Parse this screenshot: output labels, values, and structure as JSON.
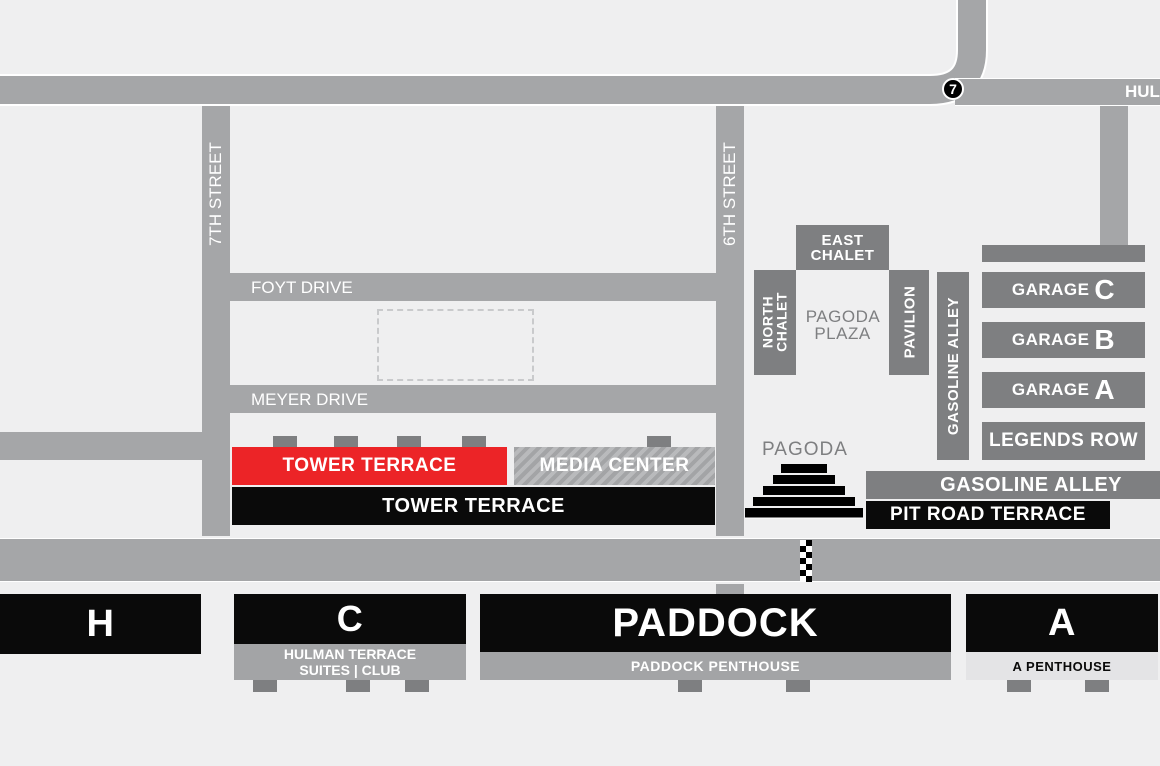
{
  "roads": {
    "seventh_street": "7TH STREET",
    "sixth_street": "6TH STREET",
    "foyt_drive": "FOYT DRIVE",
    "meyer_drive": "MEYER DRIVE",
    "hulman": "HULM",
    "marker_7": "7"
  },
  "north_chalet": "NORTH CHALET",
  "east_chalet": "EAST CHALET",
  "pagoda_plaza": "PAGODA PLAZA",
  "pavilion": "PAVILION",
  "gasoline_alley_vertical": "GASOLINE ALLEY",
  "garages": [
    {
      "prefix": "GARAGE",
      "letter": "C"
    },
    {
      "prefix": "GARAGE",
      "letter": "B"
    },
    {
      "prefix": "GARAGE",
      "letter": "A"
    }
  ],
  "legends_row": "LEGENDS ROW",
  "pagoda": "PAGODA",
  "gasoline_alley_horizontal": "GASOLINE ALLEY",
  "pit_road_terrace": "PIT ROAD TERRACE",
  "tower_terrace_red": "TOWER TERRACE",
  "media_center": "MEDIA CENTER",
  "tower_terrace_black": "TOWER TERRACE",
  "stands": {
    "h": "H",
    "c": "C",
    "c_sub_1": "HULMAN TERRACE",
    "c_sub_2": "SUITES | CLUB",
    "paddock": "PADDOCK",
    "paddock_sub": "PADDOCK PENTHOUSE",
    "a": "A",
    "a_sub": "A PENTHOUSE"
  },
  "colors": {
    "road": "#a5a6a8",
    "background": "#efeff0",
    "red": "#ec2427",
    "dark_gray": "#7e7f81",
    "black": "#0a0a0a"
  }
}
